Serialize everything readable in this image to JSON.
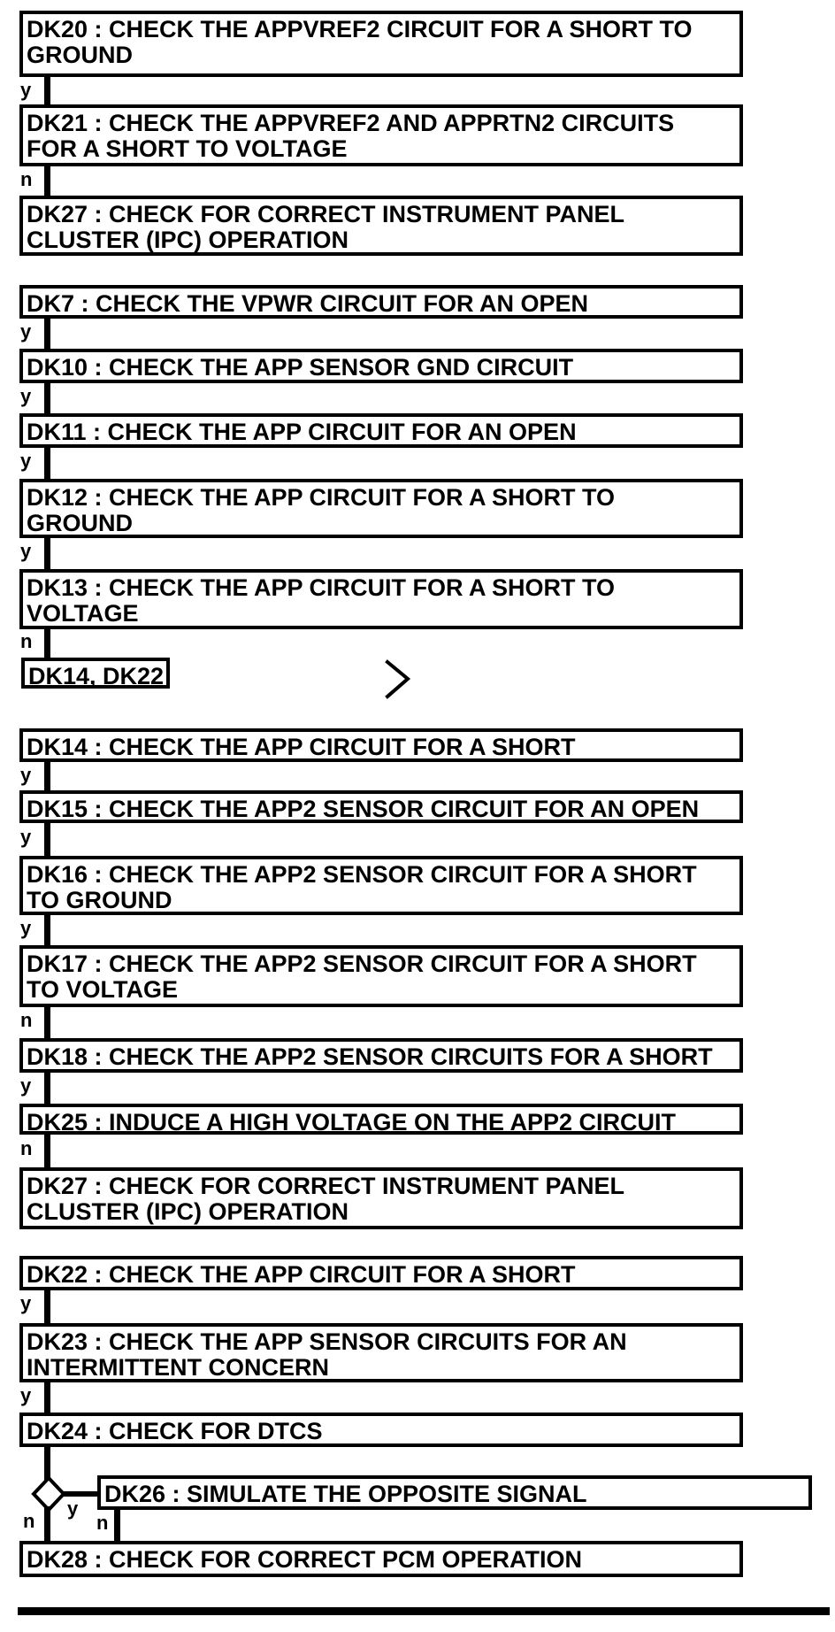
{
  "diagram": {
    "type": "diagnostic-flowchart",
    "yes_label": "y",
    "no_label": "n",
    "reference_label": "DK14, DK22",
    "continuation_icon": ">",
    "colors": {
      "ink": "#000000",
      "paper": "#ffffff"
    },
    "boxes": {
      "dk20": "DK20 : CHECK THE APPVREF2 CIRCUIT FOR A SHORT TO\nGROUND",
      "dk21": "DK21 : CHECK THE APPVREF2 AND APPRTN2 CIRCUITS\nFOR A SHORT TO VOLTAGE",
      "dk27a": "DK27 : CHECK FOR CORRECT INSTRUMENT PANEL\nCLUSTER (IPC) OPERATION",
      "dk7": "DK7 : CHECK THE VPWR CIRCUIT FOR AN OPEN",
      "dk10": "DK10 : CHECK THE APP SENSOR GND CIRCUIT",
      "dk11": "DK11 : CHECK THE APP CIRCUIT FOR AN OPEN",
      "dk12": "DK12 : CHECK THE APP CIRCUIT FOR A SHORT TO\nGROUND",
      "dk13": "DK13 : CHECK THE APP CIRCUIT FOR A SHORT TO\nVOLTAGE",
      "dk14": "DK14 : CHECK THE APP CIRCUIT FOR A SHORT",
      "dk15": "DK15 : CHECK THE APP2 SENSOR CIRCUIT FOR AN OPEN",
      "dk16": "DK16 : CHECK THE APP2 SENSOR CIRCUIT FOR A SHORT\nTO GROUND",
      "dk17": "DK17 : CHECK THE APP2 SENSOR CIRCUIT FOR A SHORT\nTO VOLTAGE",
      "dk18": "DK18 : CHECK THE APP2 SENSOR CIRCUITS FOR A SHORT",
      "dk25": "DK25 : INDUCE A HIGH VOLTAGE ON THE APP2 CIRCUIT",
      "dk27b": "DK27 : CHECK FOR CORRECT INSTRUMENT PANEL\nCLUSTER (IPC) OPERATION",
      "dk22": "DK22 : CHECK THE APP CIRCUIT FOR A SHORT",
      "dk23": "DK23 : CHECK THE APP SENSOR CIRCUITS FOR AN\nINTERMITTENT CONCERN",
      "dk24": "DK24 : CHECK FOR DTCS",
      "dk26": "DK26 : SIMULATE THE OPPOSITE SIGNAL",
      "dk28": "DK28 : CHECK FOR CORRECT PCM OPERATION"
    }
  }
}
